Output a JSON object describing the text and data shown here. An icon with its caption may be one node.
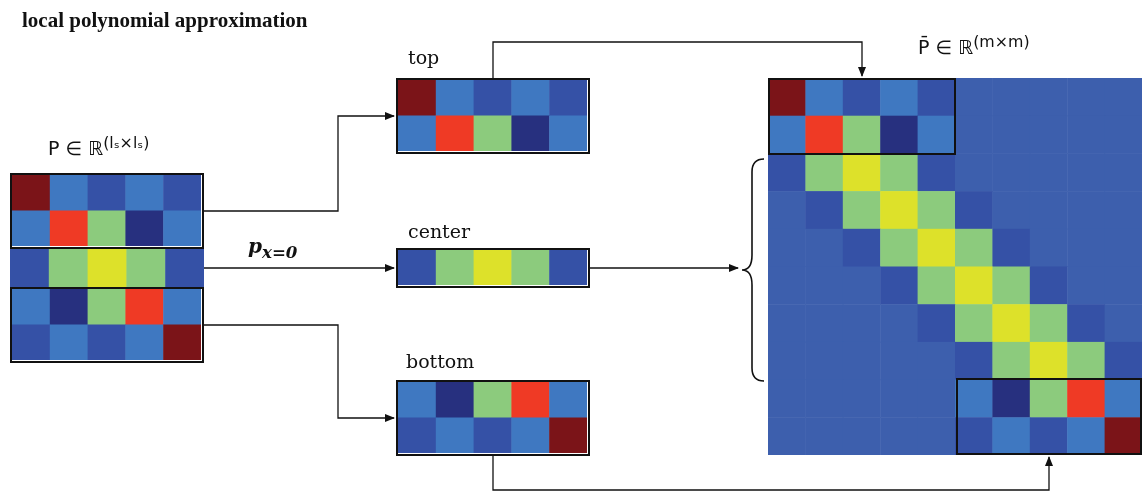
{
  "diagram": {
    "title": "local polynomial approximation",
    "nodes": [
      {
        "text": [
          "P ∈ ℝ$^{(lₛ×lₛ)}$"
        ]
      },
      {
        "text": [],
        "shape": "box",
        "in": 0
      },
      {
        "text": [],
        "shape": "bar",
        "in": 0
      },
      {
        "text": [],
        "shape": "box",
        "in": 0
      },
      {
        "text": [
          "top"
        ]
      },
      {
        "text": [
          "center"
        ]
      },
      {
        "text": [
          "bottom"
        ]
      },
      {
        "text": [
          "P̄ ∈ ℝ$^{(m×m)}$"
        ]
      },
      {
        "text": [],
        "shape": "box",
        "in": 7
      },
      {
        "text": [],
        "shape": "brace"
      },
      {
        "text": [],
        "shape": "box",
        "in": 7
      }
    ],
    "edges": [
      {
        "from": 1,
        "to": 4,
        "arrow": "to"
      },
      {
        "from": 2,
        "to": 5,
        "arrow": "to",
        "label": "p$_{x=0}$"
      },
      {
        "from": 3,
        "to": 6,
        "arrow": "to"
      },
      {
        "from": 4,
        "to": 8,
        "arrow": "to"
      },
      {
        "from": 5,
        "to": 9,
        "arrow": "to"
      },
      {
        "from": 6,
        "to": 10,
        "arrow": "to"
      }
    ]
  }
}
